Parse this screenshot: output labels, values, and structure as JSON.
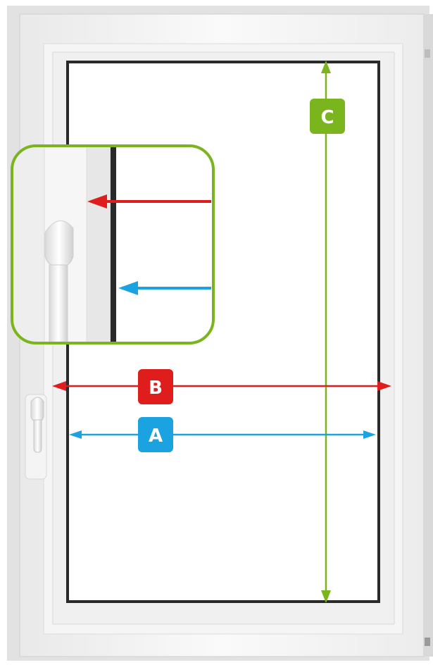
{
  "colors": {
    "frame": "#f4f4f4",
    "frame_shadow": "#d6d6d6",
    "gasket": "#2a2a2a",
    "glass": "#ffffff",
    "measure_a": "#1aa3e0",
    "measure_b": "#e01d1d",
    "measure_c": "#7ab51d",
    "inset_border": "#7ab51d"
  },
  "icons": {
    "handle": "window-handle-icon",
    "magnifier": "detail-inset"
  },
  "measurements": {
    "a": {
      "label": "A"
    },
    "b": {
      "label": "B"
    },
    "c": {
      "label": "C"
    }
  }
}
